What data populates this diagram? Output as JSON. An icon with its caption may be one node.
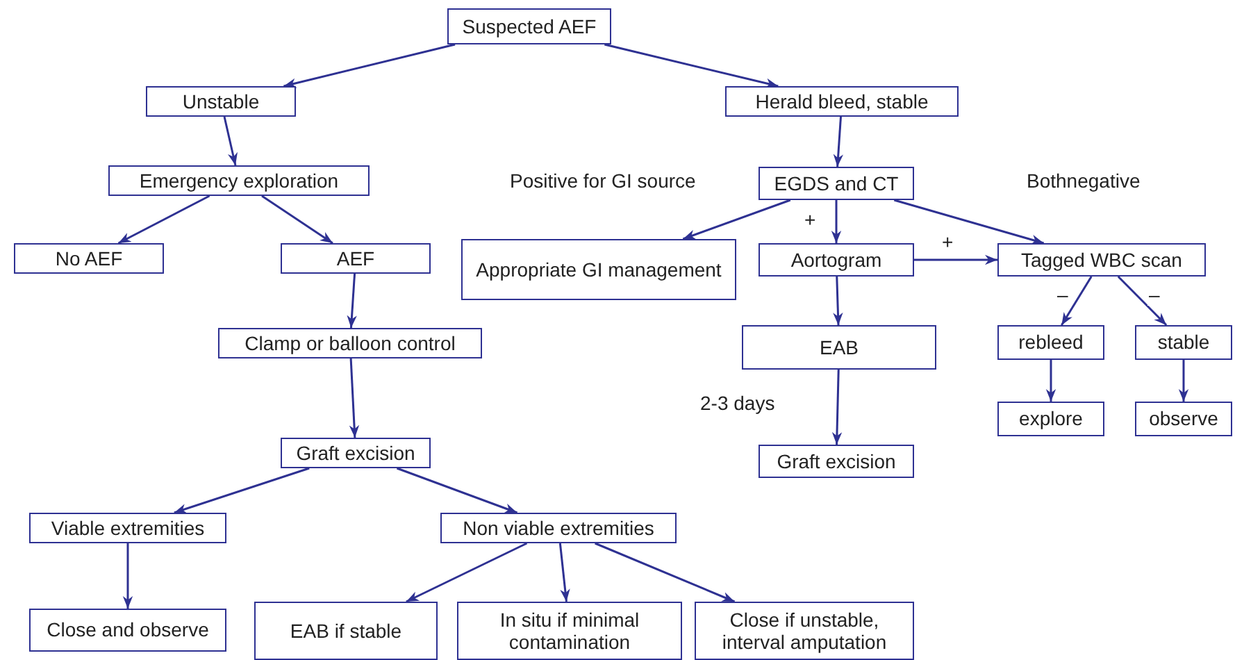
{
  "diagram": {
    "nodes": [
      {
        "text": [
          "Suspected AEF"
        ]
      },
      {
        "text": [
          "Unstable"
        ]
      },
      {
        "text": [
          "Herald bleed, stable"
        ]
      },
      {
        "text": [
          "Emergency exploration"
        ]
      },
      {
        "text": [
          "EGDS and CT"
        ]
      },
      {
        "text": [
          "No AEF"
        ]
      },
      {
        "text": [
          "AEF"
        ]
      },
      {
        "text": [
          "Appropriate GI management"
        ]
      },
      {
        "text": [
          "Aortogram"
        ]
      },
      {
        "text": [
          "Tagged WBC scan"
        ]
      },
      {
        "text": [
          "Clamp or balloon control"
        ]
      },
      {
        "text": [
          "EAB"
        ]
      },
      {
        "text": [
          "rebleed"
        ]
      },
      {
        "text": [
          "stable"
        ]
      },
      {
        "text": [
          "explore"
        ]
      },
      {
        "text": [
          "observe"
        ]
      },
      {
        "text": [
          "Graft excision"
        ]
      },
      {
        "text": [
          "Graft excision"
        ]
      },
      {
        "text": [
          "Viable extremities"
        ]
      },
      {
        "text": [
          "Non viable extremities"
        ]
      },
      {
        "text": [
          "Close and observe"
        ]
      },
      {
        "text": [
          "EAB if stable"
        ]
      },
      {
        "text": [
          "In situ if minimal contamination"
        ]
      },
      {
        "text": [
          "Close if unstable, interval amputation"
        ]
      }
    ],
    "edges": [
      {
        "from": 0,
        "to": 1,
        "arrow": "to"
      },
      {
        "from": 0,
        "to": 2,
        "arrow": "to"
      },
      {
        "from": 1,
        "to": 3,
        "arrow": "to"
      },
      {
        "from": 2,
        "to": 4,
        "arrow": "to"
      },
      {
        "from": 3,
        "to": 5,
        "arrow": "to"
      },
      {
        "from": 3,
        "to": 6,
        "arrow": "to"
      },
      {
        "from": 4,
        "to": 7,
        "arrow": "to",
        "label": "Positive for GI source"
      },
      {
        "from": 4,
        "to": 8,
        "arrow": "to",
        "label": "+"
      },
      {
        "from": 4,
        "to": 9,
        "arrow": "to",
        "label": "Bothnegative"
      },
      {
        "from": 8,
        "to": 9,
        "arrow": "to",
        "label": "+"
      },
      {
        "from": 8,
        "to": 11,
        "arrow": "to"
      },
      {
        "from": 9,
        "to": 12,
        "arrow": "to",
        "label": "–"
      },
      {
        "from": 9,
        "to": 13,
        "arrow": "to",
        "label": "–"
      },
      {
        "from": 12,
        "to": 14,
        "arrow": "to"
      },
      {
        "from": 13,
        "to": 15,
        "arrow": "to"
      },
      {
        "from": 11,
        "to": 16,
        "arrow": "to",
        "label": "2-3 days"
      },
      {
        "from": 6,
        "to": 10,
        "arrow": "to"
      },
      {
        "from": 10,
        "to": 17,
        "arrow": "to"
      },
      {
        "from": 17,
        "to": 18,
        "arrow": "to"
      },
      {
        "from": 17,
        "to": 19,
        "arrow": "to"
      },
      {
        "from": 18,
        "to": 20,
        "arrow": "to"
      },
      {
        "from": 19,
        "to": 21,
        "arrow": "to"
      },
      {
        "from": 19,
        "to": 22,
        "arrow": "to"
      },
      {
        "from": 19,
        "to": 23,
        "arrow": "to"
      }
    ]
  }
}
